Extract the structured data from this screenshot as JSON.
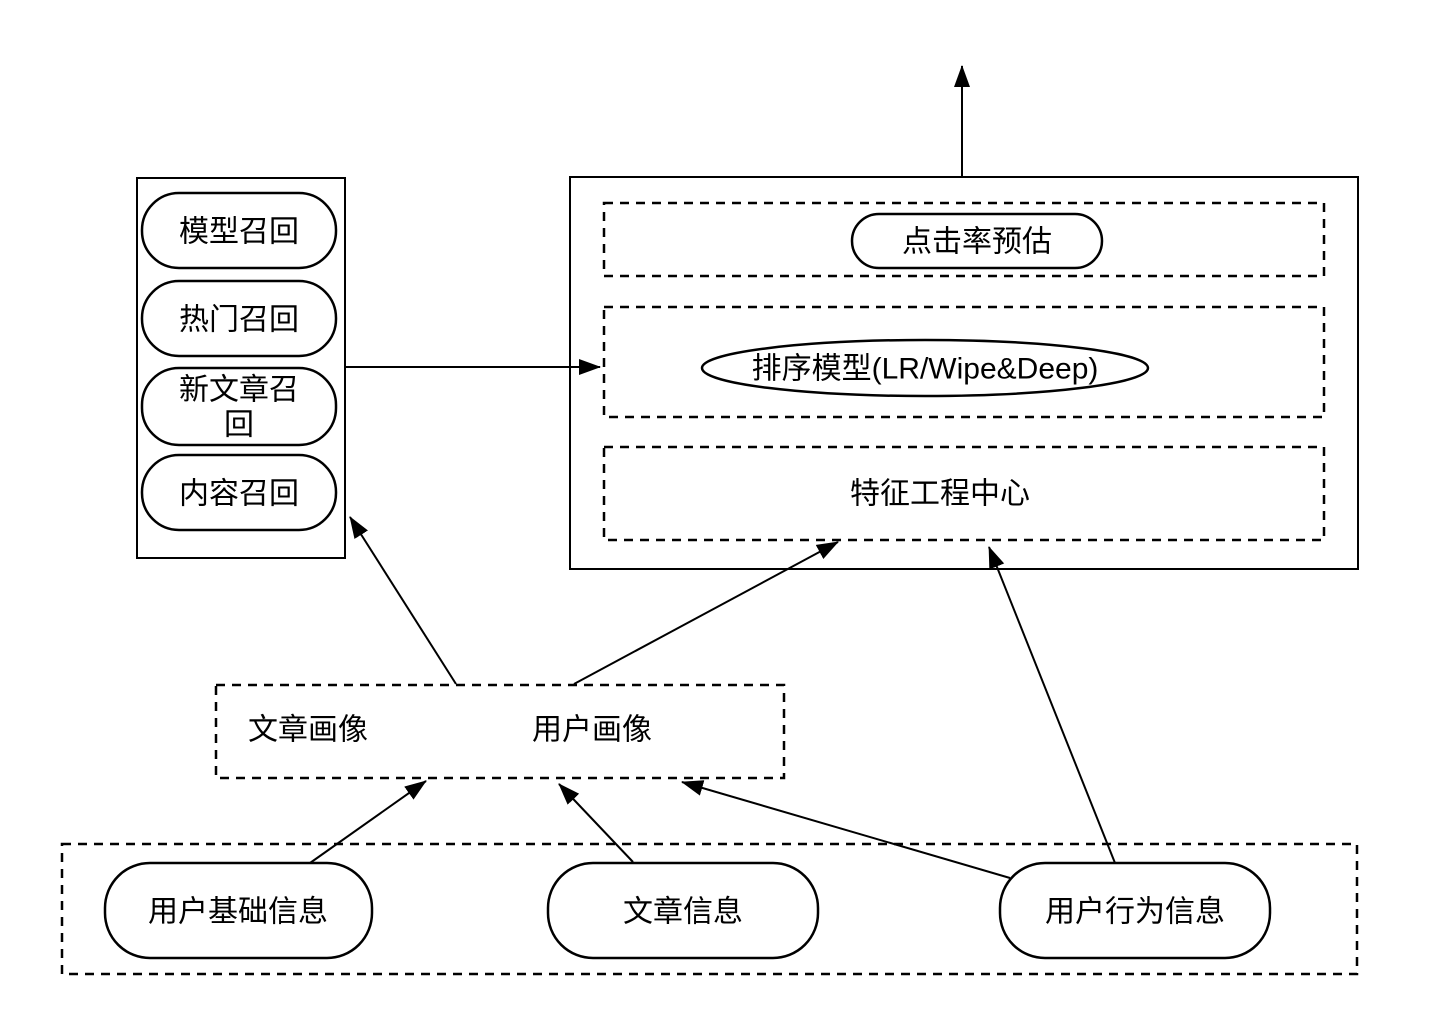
{
  "diagram": {
    "colors": {
      "stroke": "#000000",
      "background": "#ffffff"
    },
    "recall_panel": {
      "items": [
        {
          "label": "模型召回"
        },
        {
          "label": "热门召回"
        },
        {
          "label": "新文章召回",
          "lines": [
            "新文章召",
            "回"
          ]
        },
        {
          "label": "内容召回"
        }
      ]
    },
    "ranking_panel": {
      "ctr_label": "点击率预估",
      "rank_model_label": "排序模型(LR/Wipe&Deep)",
      "feature_center_label": "特征工程中心"
    },
    "profile_panel": {
      "article_profile_label": "文章画像",
      "user_profile_label": "用户画像"
    },
    "source_panel": {
      "items": [
        {
          "label": "用户基础信息"
        },
        {
          "label": "文章信息"
        },
        {
          "label": "用户行为信息"
        }
      ]
    }
  }
}
